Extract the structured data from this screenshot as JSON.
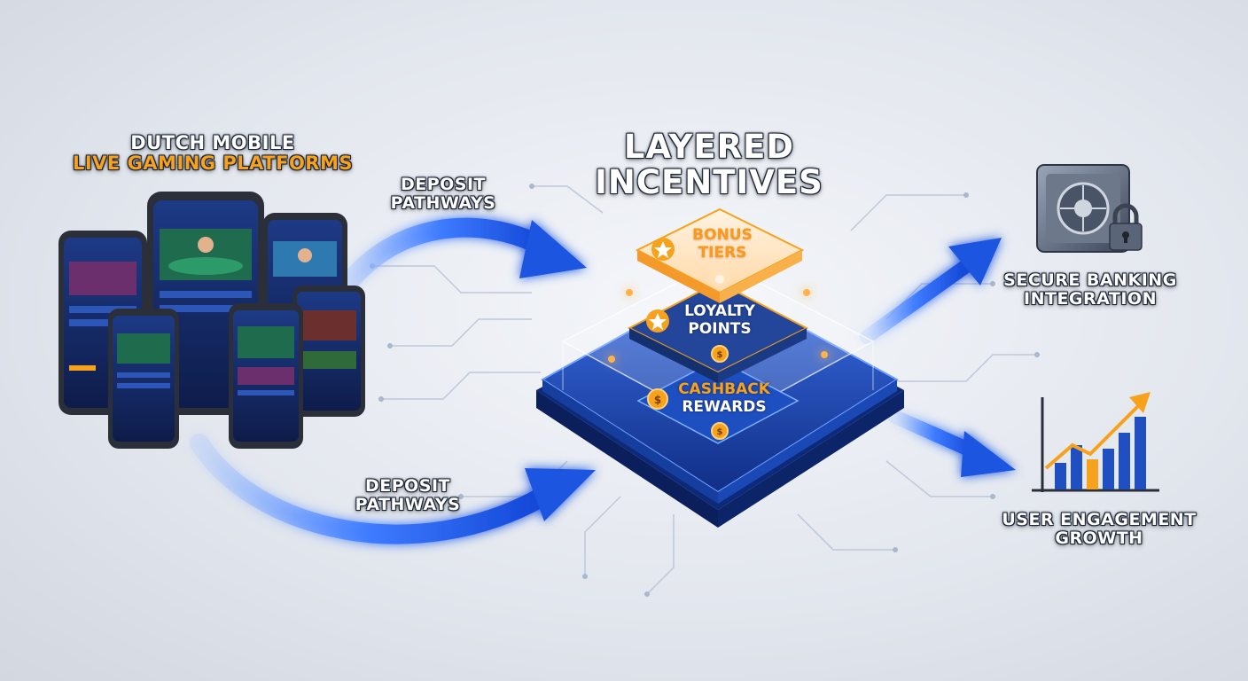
{
  "platforms": {
    "line1": "DUTCH MOBILE",
    "line2": "LIVE GAMING PLATFORMS"
  },
  "deposit_top": {
    "line1": "DEPOSIT",
    "line2": "PATHWAYS"
  },
  "deposit_bottom": {
    "line1": "DEPOSIT",
    "line2": "PATHWAYS"
  },
  "center": {
    "title1": "LAYERED",
    "title2": "INCENTIVES"
  },
  "tiers": [
    {
      "line1": "BONUS",
      "line2": "TIERS",
      "icon": "star-icon"
    },
    {
      "line1": "LOYALTY",
      "line2": "POINTS",
      "icon": "star-icon"
    },
    {
      "line1": "CASHBACK",
      "line2": "REWARDS",
      "icon": "coin-icon"
    }
  ],
  "secure": {
    "line1": "SECURE BANKING",
    "line2": "INTEGRATION",
    "icon": "vault-lock-icon"
  },
  "growth": {
    "line1": "USER ENGAGEMENT",
    "line2": "GROWTH",
    "icon": "bar-chart-icon"
  },
  "colors": {
    "arrow": "#1f5fe0",
    "accent_orange": "#f7a21c",
    "platform_dark": "#142a63"
  }
}
